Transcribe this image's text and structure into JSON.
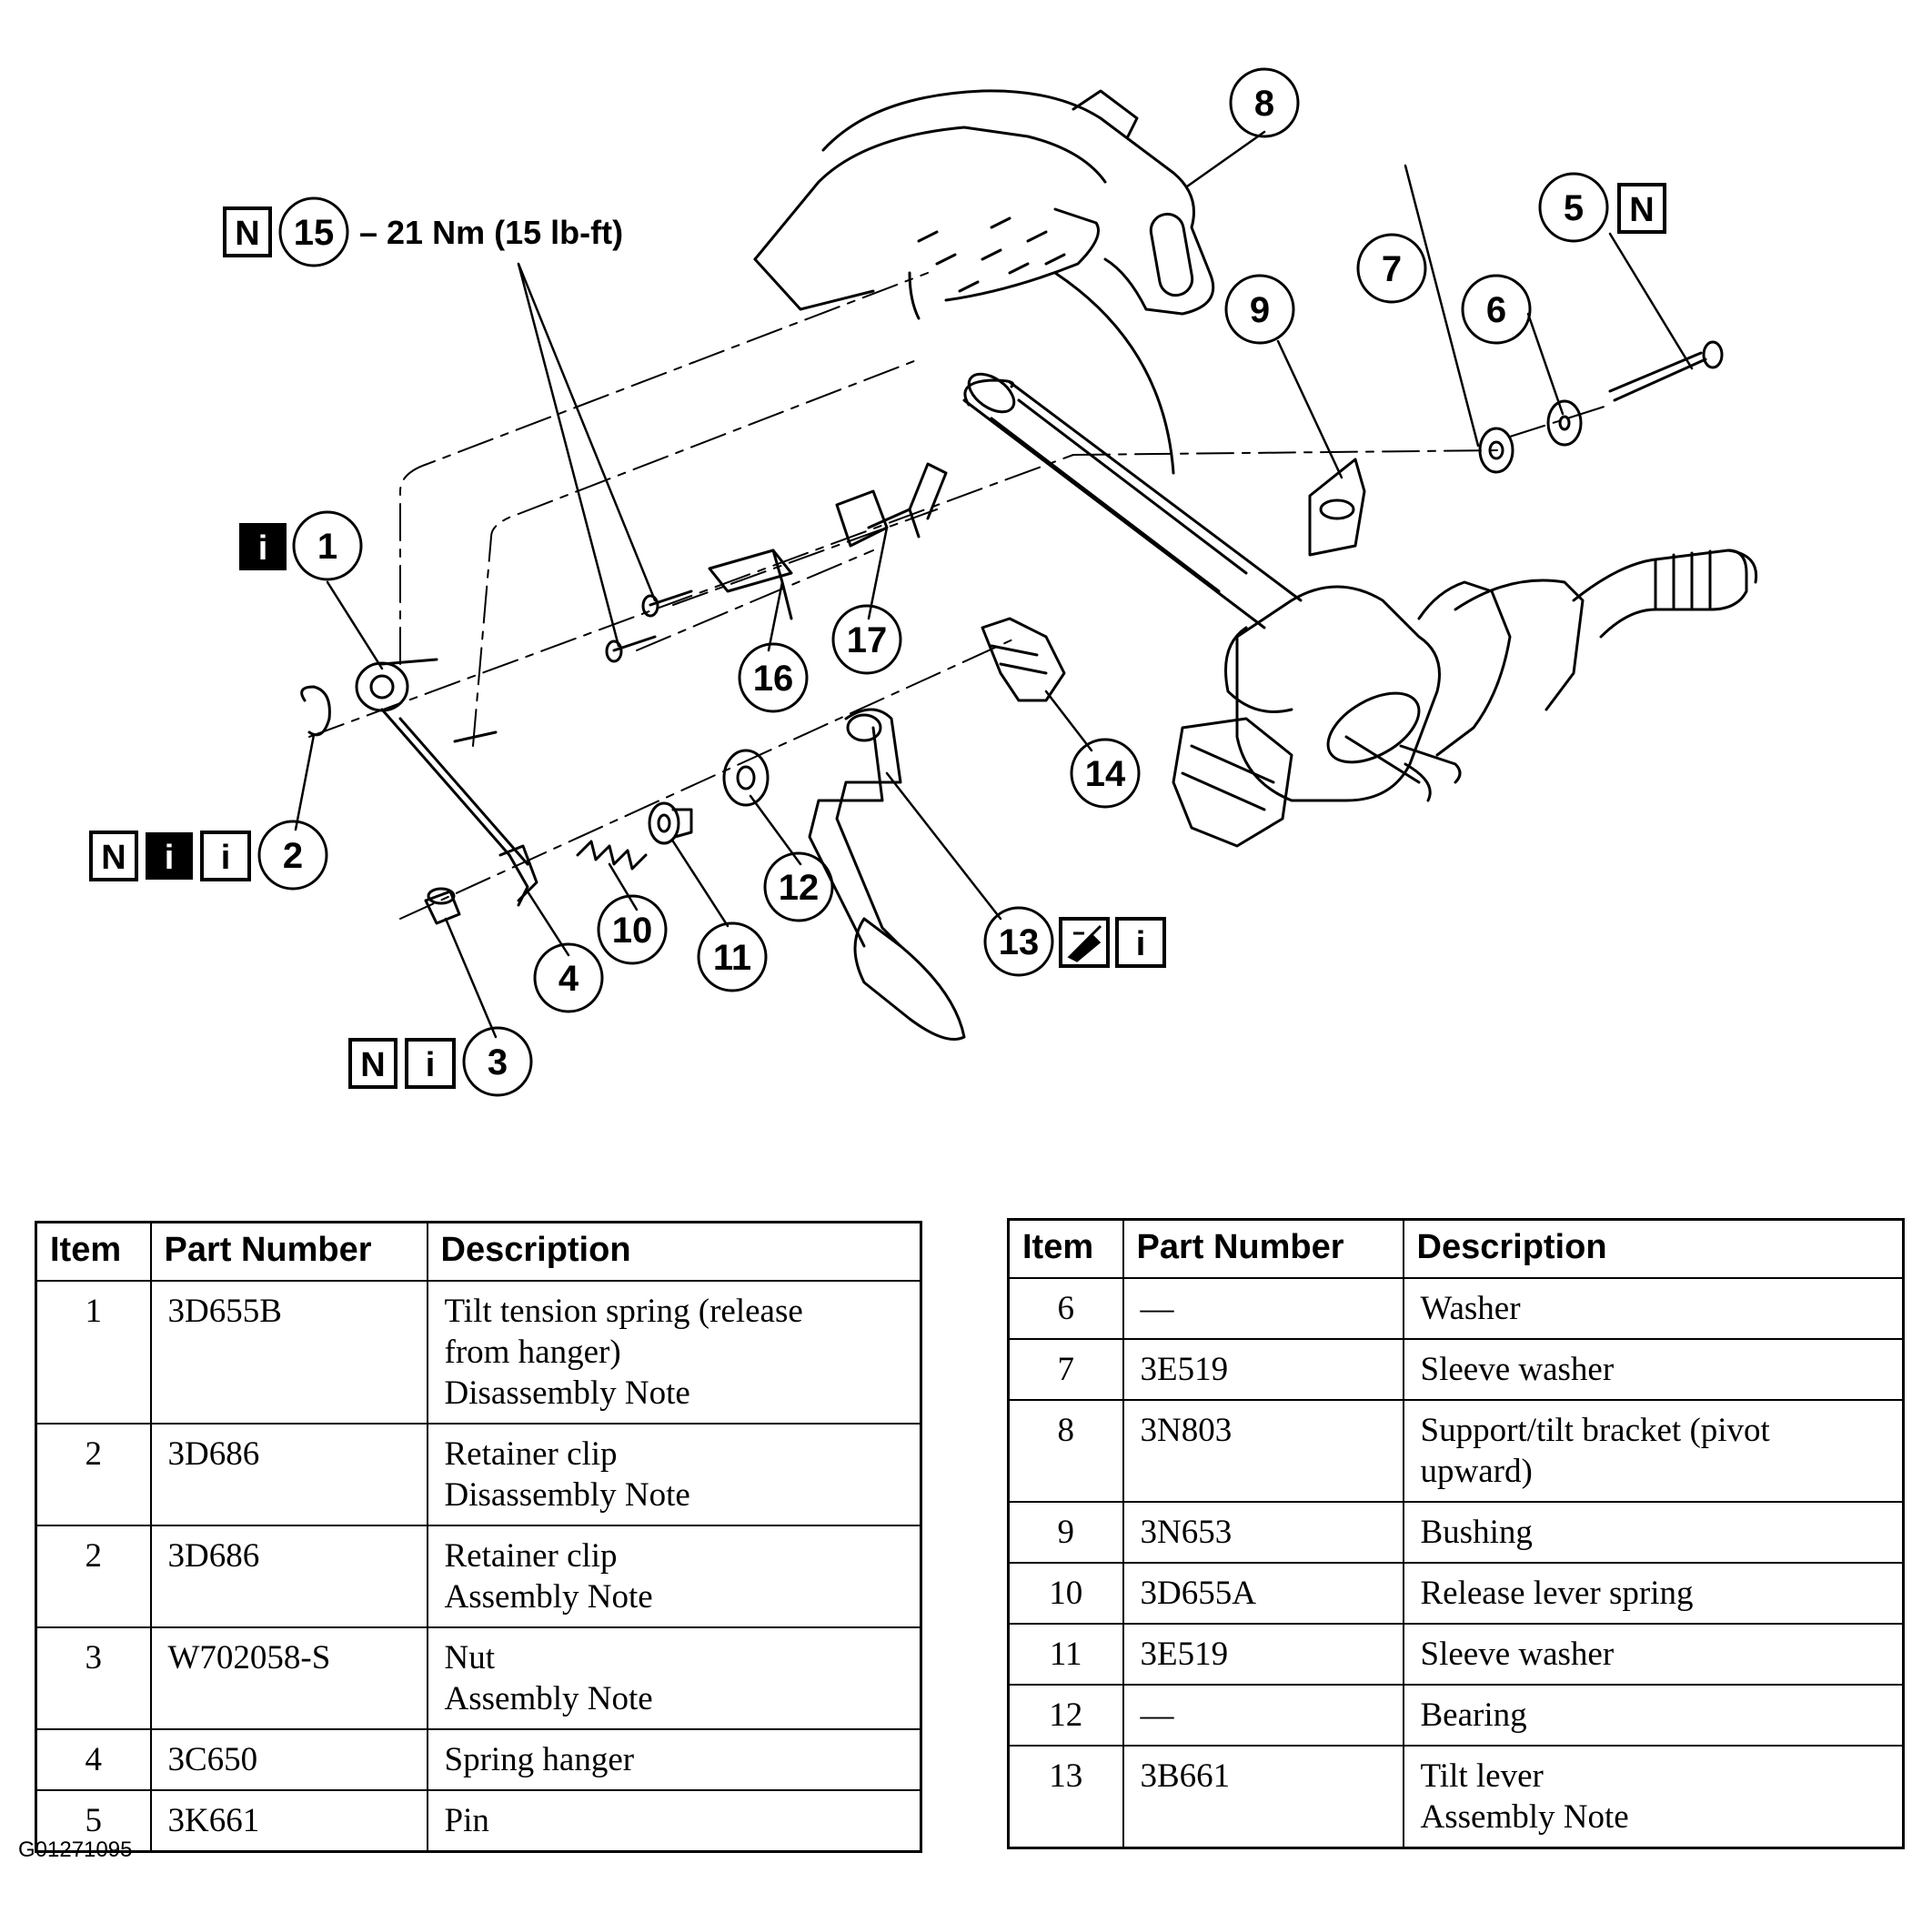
{
  "diagram": {
    "torque_spec": "21 Nm (15 lb-ft)",
    "badge_new": "N",
    "badge_info": "i",
    "callouts": [
      "1",
      "2",
      "3",
      "4",
      "5",
      "6",
      "7",
      "8",
      "9",
      "10",
      "11",
      "12",
      "13",
      "14",
      "15",
      "16",
      "17"
    ]
  },
  "table_left": {
    "headers": [
      "Item",
      "Part Number",
      "Description"
    ],
    "rows": [
      {
        "item": "1",
        "part": "3D655B",
        "lines": [
          "Tilt tension spring (release",
          "from hanger)",
          "Disassembly Note"
        ]
      },
      {
        "item": "2",
        "part": "3D686",
        "lines": [
          "Retainer clip",
          "Disassembly Note"
        ]
      },
      {
        "item": "2",
        "part": "3D686",
        "lines": [
          "Retainer clip",
          "Assembly Note"
        ]
      },
      {
        "item": "3",
        "part": "W702058-S",
        "lines": [
          "Nut",
          "Assembly Note"
        ]
      },
      {
        "item": "4",
        "part": "3C650",
        "lines": [
          "Spring hanger"
        ]
      },
      {
        "item": "5",
        "part": "3K661",
        "lines": [
          "Pin"
        ]
      }
    ]
  },
  "table_right": {
    "headers": [
      "Item",
      "Part Number",
      "Description"
    ],
    "rows": [
      {
        "item": "6",
        "part": "—",
        "lines": [
          "Washer"
        ]
      },
      {
        "item": "7",
        "part": "3E519",
        "lines": [
          "Sleeve washer"
        ]
      },
      {
        "item": "8",
        "part": "3N803",
        "lines": [
          "Support/tilt bracket (pivot",
          "upward)"
        ]
      },
      {
        "item": "9",
        "part": "3N653",
        "lines": [
          "Bushing"
        ]
      },
      {
        "item": "10",
        "part": "3D655A",
        "lines": [
          "Release lever spring"
        ]
      },
      {
        "item": "11",
        "part": "3E519",
        "lines": [
          "Sleeve washer"
        ]
      },
      {
        "item": "12",
        "part": "—",
        "lines": [
          "Bearing"
        ]
      },
      {
        "item": "13",
        "part": "3B661",
        "lines": [
          "Tilt lever",
          "Assembly Note"
        ]
      }
    ]
  },
  "figure_code": "G01271095"
}
